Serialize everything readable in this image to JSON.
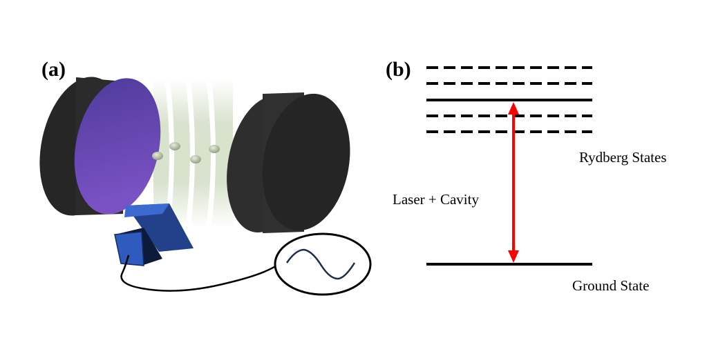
{
  "panel_a": {
    "label": "(a)",
    "elements": [
      "left-mirror",
      "right-mirror",
      "standing-wave-beams",
      "atoms",
      "detector",
      "cable",
      "oscilloscope-signal"
    ],
    "colors": {
      "mirror_body": "#2b2b2b",
      "mirror_coating": "#6a48b8",
      "beam": "#c9d6b8",
      "atom": "#b9c4a8",
      "detector": "#2f5bbf"
    }
  },
  "panel_b": {
    "label": "(b)",
    "rydberg_label": "Rydberg States",
    "transition_label": "Laser + Cavity",
    "ground_label": "Ground State",
    "levels": [
      "dashed",
      "dashed",
      "solid",
      "dashed",
      "dashed"
    ],
    "colors": {
      "arrow": "#ff0000",
      "level": "#000000"
    }
  }
}
